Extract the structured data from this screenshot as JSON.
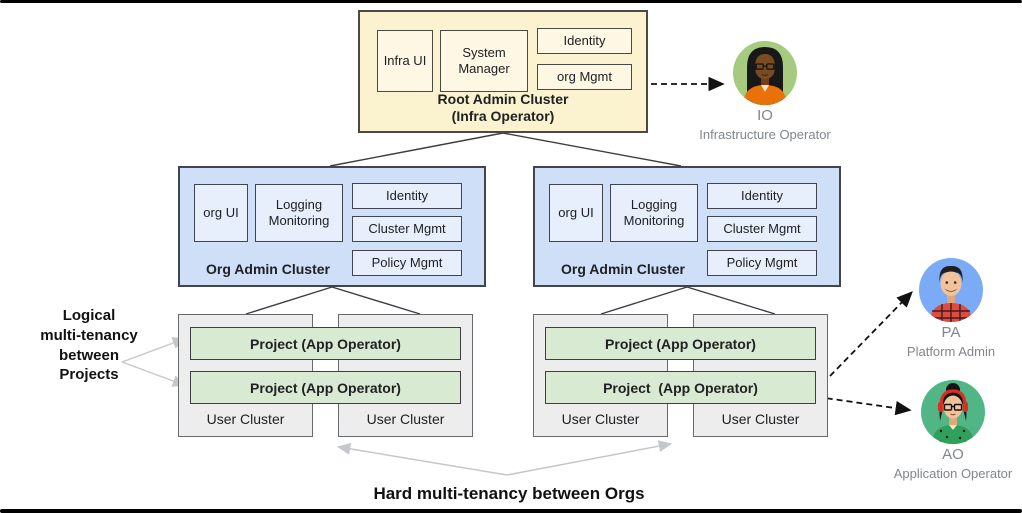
{
  "root_cluster": {
    "components": {
      "infra_ui": "Infra UI",
      "system_manager": "System Manager",
      "identity": "Identity",
      "org_mgmt": "org Mgmt"
    },
    "title_line1": "Root Admin Cluster",
    "title_line2": "(Infra Operator)"
  },
  "org_clusters": [
    {
      "title": "Org Admin Cluster",
      "components": {
        "org_ui": "org UI",
        "logging": "Logging Monitoring",
        "identity": "Identity",
        "cluster_mgmt": "Cluster Mgmt",
        "policy_mgmt": "Policy Mgmt"
      }
    },
    {
      "title": "Org Admin Cluster",
      "components": {
        "org_ui": "org UI",
        "logging": "Logging Monitoring",
        "identity": "Identity",
        "cluster_mgmt": "Cluster Mgmt",
        "policy_mgmt": "Policy Mgmt"
      }
    }
  ],
  "user_cluster_groups": [
    {
      "project_1": "Project (App Operator)",
      "project_2": "Project (App Operator)",
      "cluster_1": "User Cluster",
      "cluster_2": "User Cluster"
    },
    {
      "project_1": "Project (App Operator)",
      "project_2": "Project  (App Operator)",
      "cluster_1": "User Cluster",
      "cluster_2": "User Cluster"
    }
  ],
  "annotations": {
    "logical_line1": "Logical",
    "logical_line2": "multi-tenancy",
    "logical_line3": "between",
    "logical_line4": "Projects",
    "hard": "Hard multi-tenancy between Orgs"
  },
  "personas": [
    {
      "initials": "IO",
      "role": "Infrastructure Operator"
    },
    {
      "initials": "PA",
      "role": "Platform Admin"
    },
    {
      "initials": "AO",
      "role": "Application Operator"
    }
  ],
  "colors": {
    "root_cluster_fill": "#FBF2D0",
    "root_component_fill": "#FDF7E3",
    "org_cluster_fill": "#CEDFF7",
    "org_component_fill": "#E7EFFC",
    "project_fill": "#D8EAD2",
    "user_cluster_fill": "#EDEDED",
    "io_avatar_bg": "#A7CB7E",
    "pa_avatar_bg": "#7BAAF7",
    "ao_avatar_bg": "#51B586",
    "persona_label": "#80868B"
  }
}
